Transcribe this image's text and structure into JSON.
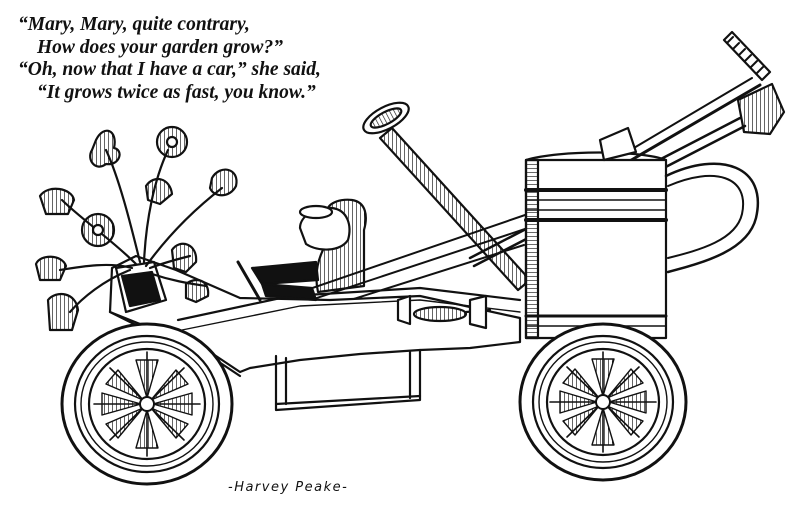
{
  "poem": {
    "line1": "“Mary, Mary, quite contrary,",
    "line2": "How does your garden grow?”",
    "line3": "“Oh, now that I have a car,” she said,",
    "line4": "“It grows twice as fast, you know.”"
  },
  "signature": "-Harvey Peake-",
  "colors": {
    "ink": "#111111",
    "paper": "#ffffff"
  },
  "icons": [
    "watering-can-car",
    "flower",
    "bonnet-driver",
    "rake",
    "shovel",
    "trowel"
  ]
}
